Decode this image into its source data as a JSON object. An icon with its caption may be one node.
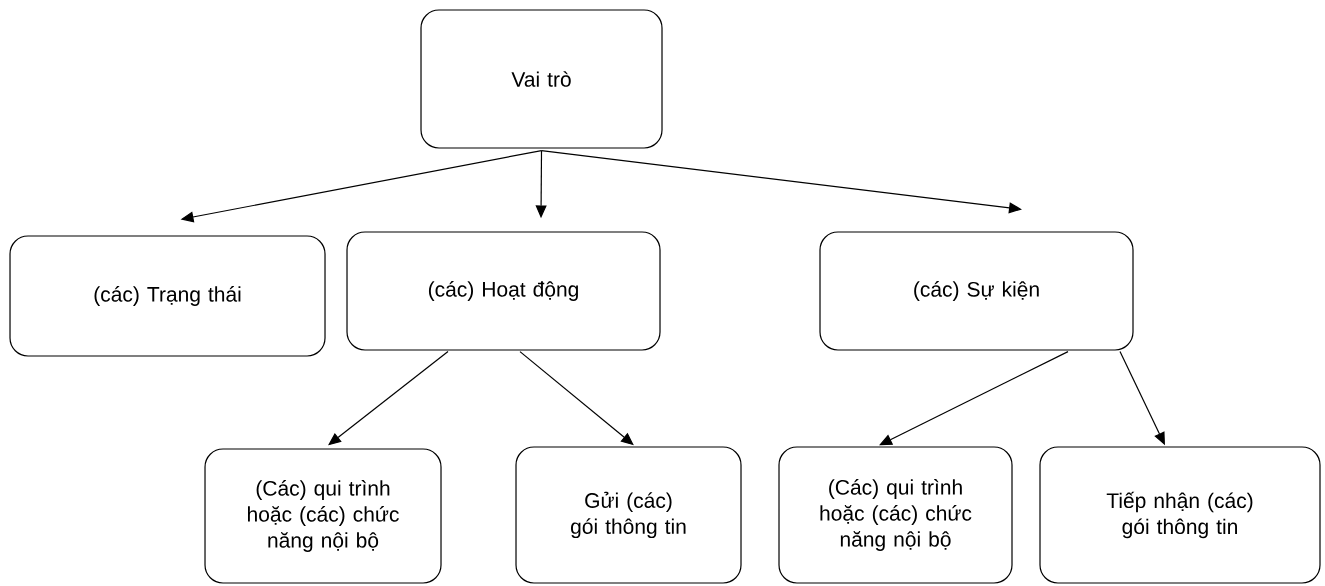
{
  "diagram": {
    "nodes": [
      {
        "text": [
          "Vai trò"
        ]
      },
      {
        "text": [
          "(các) Trạng thái"
        ]
      },
      {
        "text": [
          "(các) Hoạt động"
        ]
      },
      {
        "text": [
          "(các) Sự kiện"
        ]
      },
      {
        "text": [
          "(Các) qui trình hoặc (các) chức năng nội bộ"
        ]
      },
      {
        "text": [
          "Gửi (các) gói thông tin"
        ]
      },
      {
        "text": [
          "(Các) qui trình hoặc (các) chức năng nội bộ"
        ]
      },
      {
        "text": [
          "Tiếp nhận (các) gói thông tin"
        ]
      }
    ],
    "edges": [
      {
        "from": 0,
        "to": 1,
        "arrow": "to"
      },
      {
        "from": 0,
        "to": 2,
        "arrow": "to"
      },
      {
        "from": 0,
        "to": 3,
        "arrow": "to"
      },
      {
        "from": 2,
        "to": 4,
        "arrow": "to"
      },
      {
        "from": 2,
        "to": 5,
        "arrow": "to"
      },
      {
        "from": 3,
        "to": 6,
        "arrow": "to"
      },
      {
        "from": 3,
        "to": 7,
        "arrow": "to"
      }
    ]
  }
}
